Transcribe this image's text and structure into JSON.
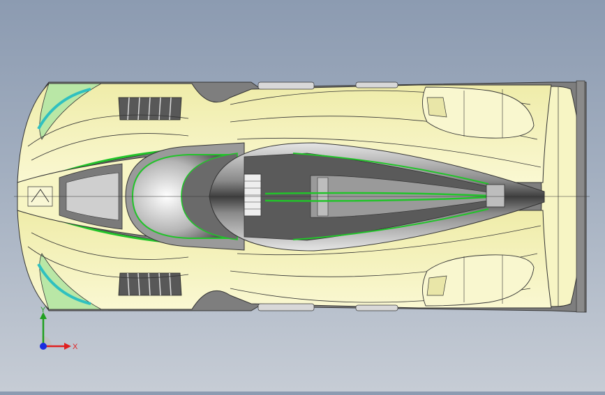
{
  "viewport": {
    "view_orientation": "top"
  },
  "triad": {
    "x_label": "X",
    "y_label": "Y",
    "x_color": "#e02020",
    "y_color": "#20a020",
    "z_color": "#1a2ee0"
  },
  "model": {
    "body_color": "#f7f5c4",
    "body_shade": "#e9e6a8",
    "accent_green": "#22c32a",
    "accent_cyan": "#2fc0c0",
    "edge_color": "#3a3a3a",
    "canopy_dark": "#4a4a4a",
    "canopy_light": "#d8d8d8"
  }
}
